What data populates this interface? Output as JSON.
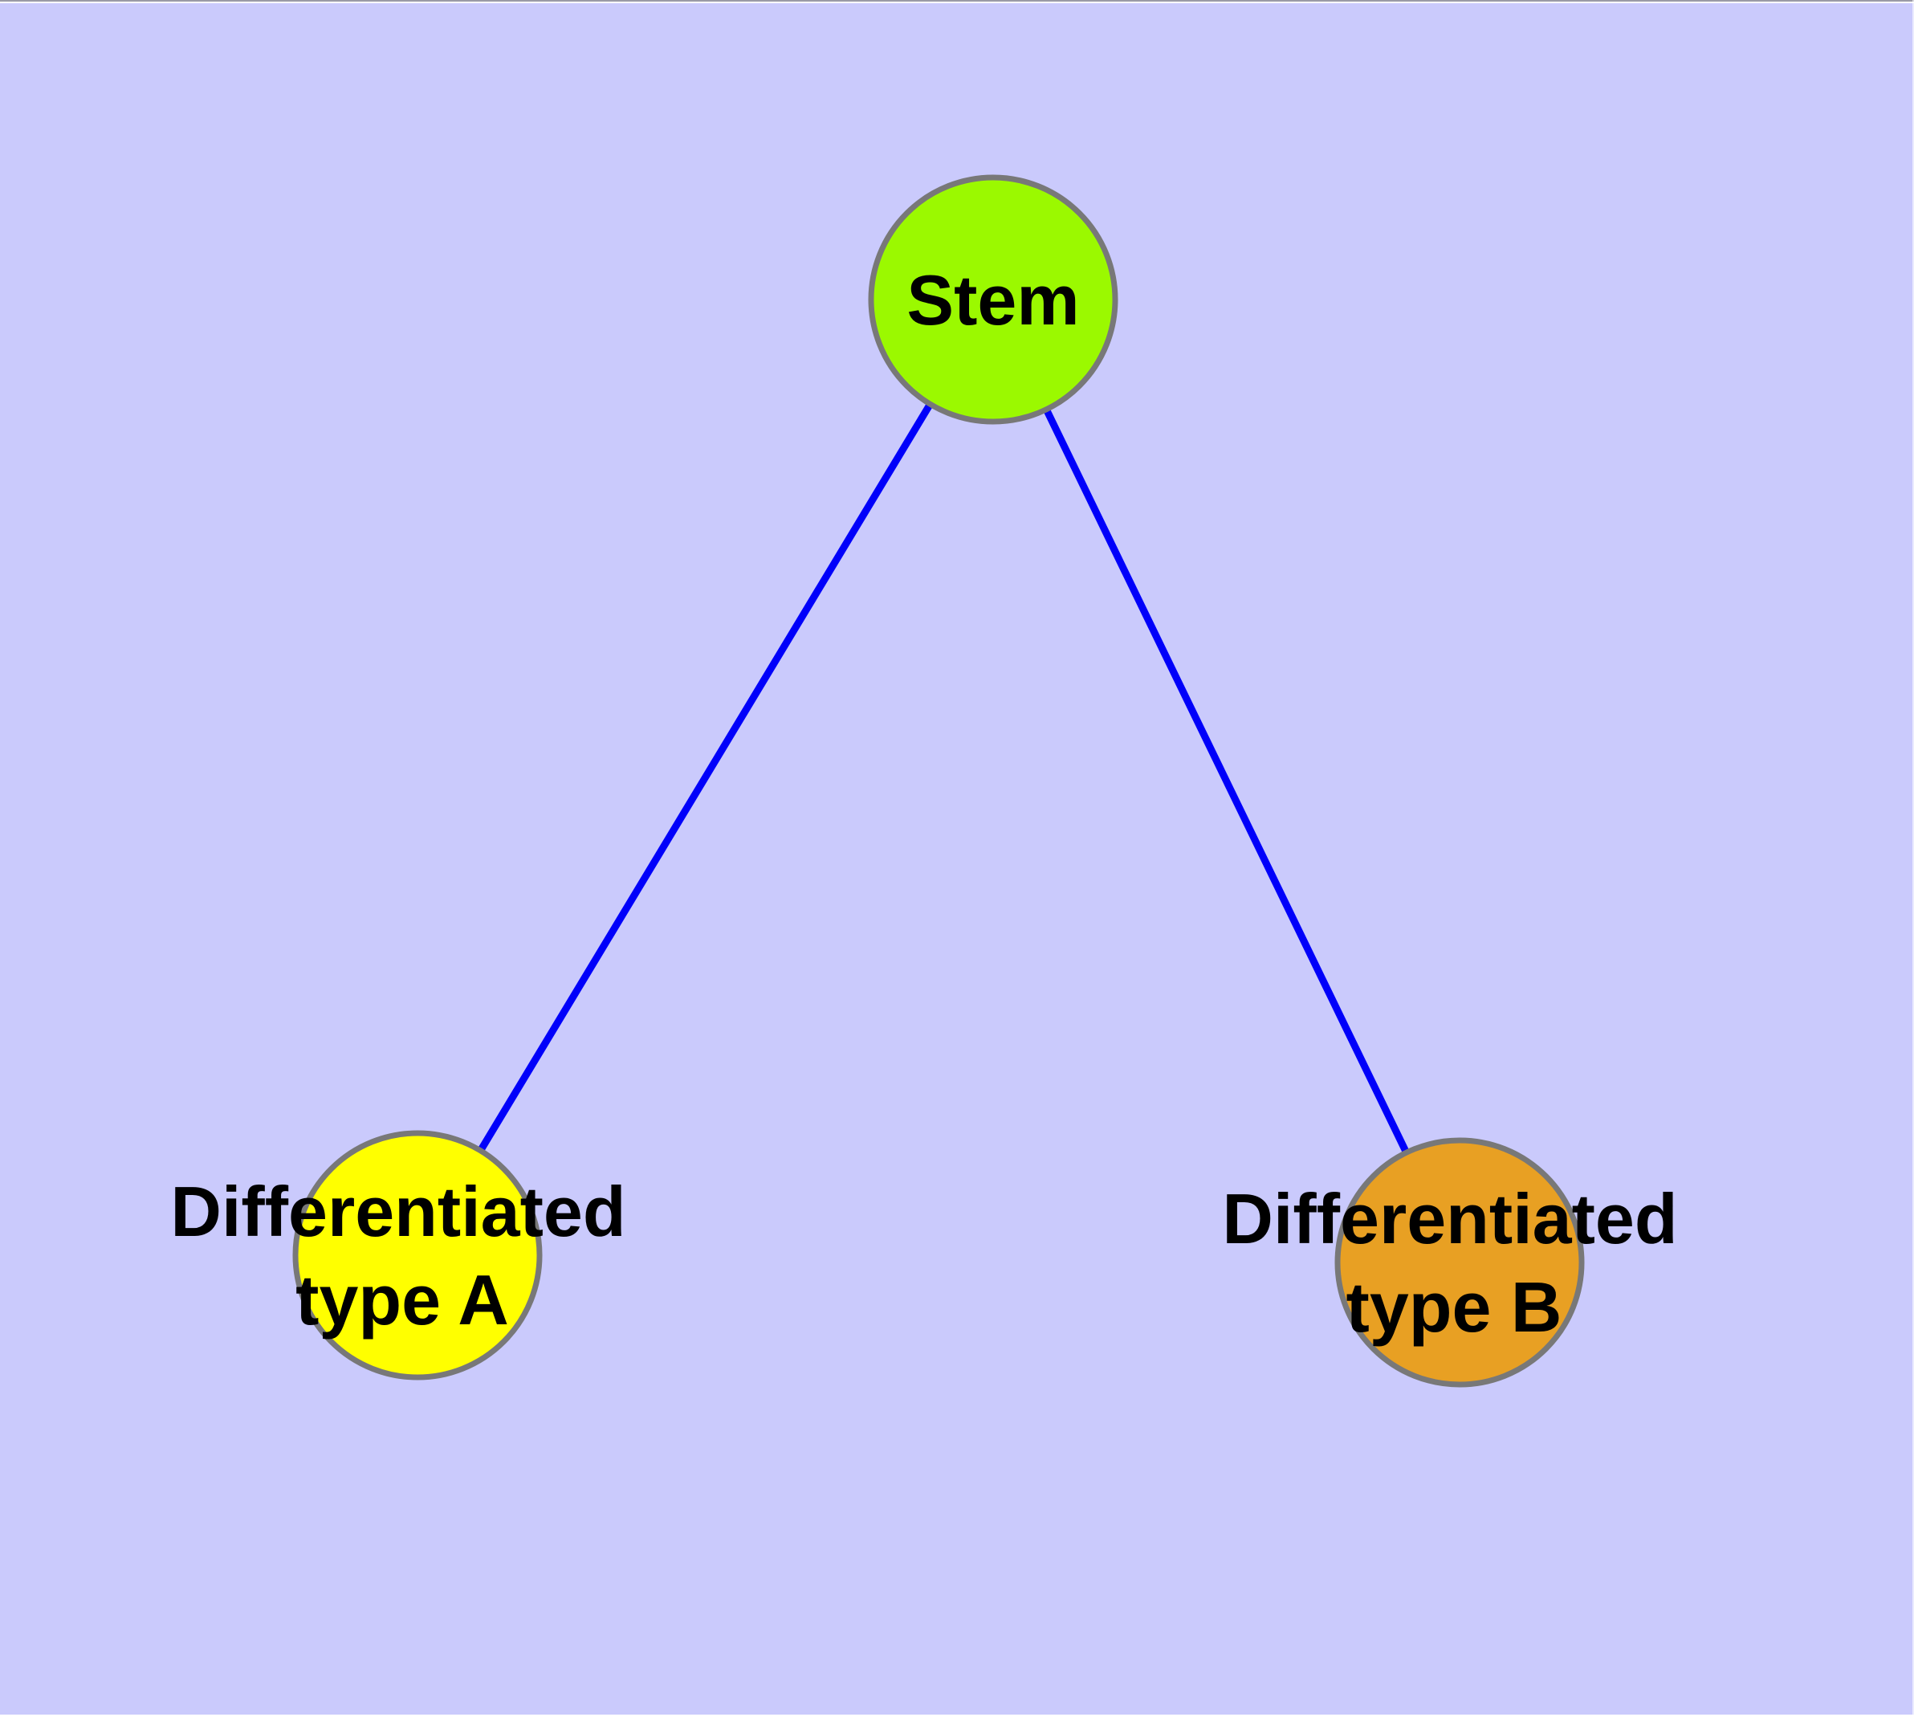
{
  "diagram": {
    "type": "node-link-graph",
    "colors": {
      "background": "#CACAFC",
      "edge": "#0000FA",
      "node_border": "#787878",
      "label": "#000000"
    },
    "nodes": [
      {
        "id": "stem",
        "label": "Stem",
        "line1": "Stem",
        "line2": "",
        "color": "#9BF900"
      },
      {
        "id": "type-a",
        "label": "Differentiated type A",
        "line1": "Differentiated",
        "line2": "type A",
        "color": "#FFFF00"
      },
      {
        "id": "type-b",
        "label": "Differentiated type B",
        "line1": "Differentiated",
        "line2": "type B",
        "color": "#E8A023"
      }
    ],
    "edges": [
      {
        "from": "stem",
        "to": "type-a"
      },
      {
        "from": "stem",
        "to": "type-b"
      }
    ]
  }
}
